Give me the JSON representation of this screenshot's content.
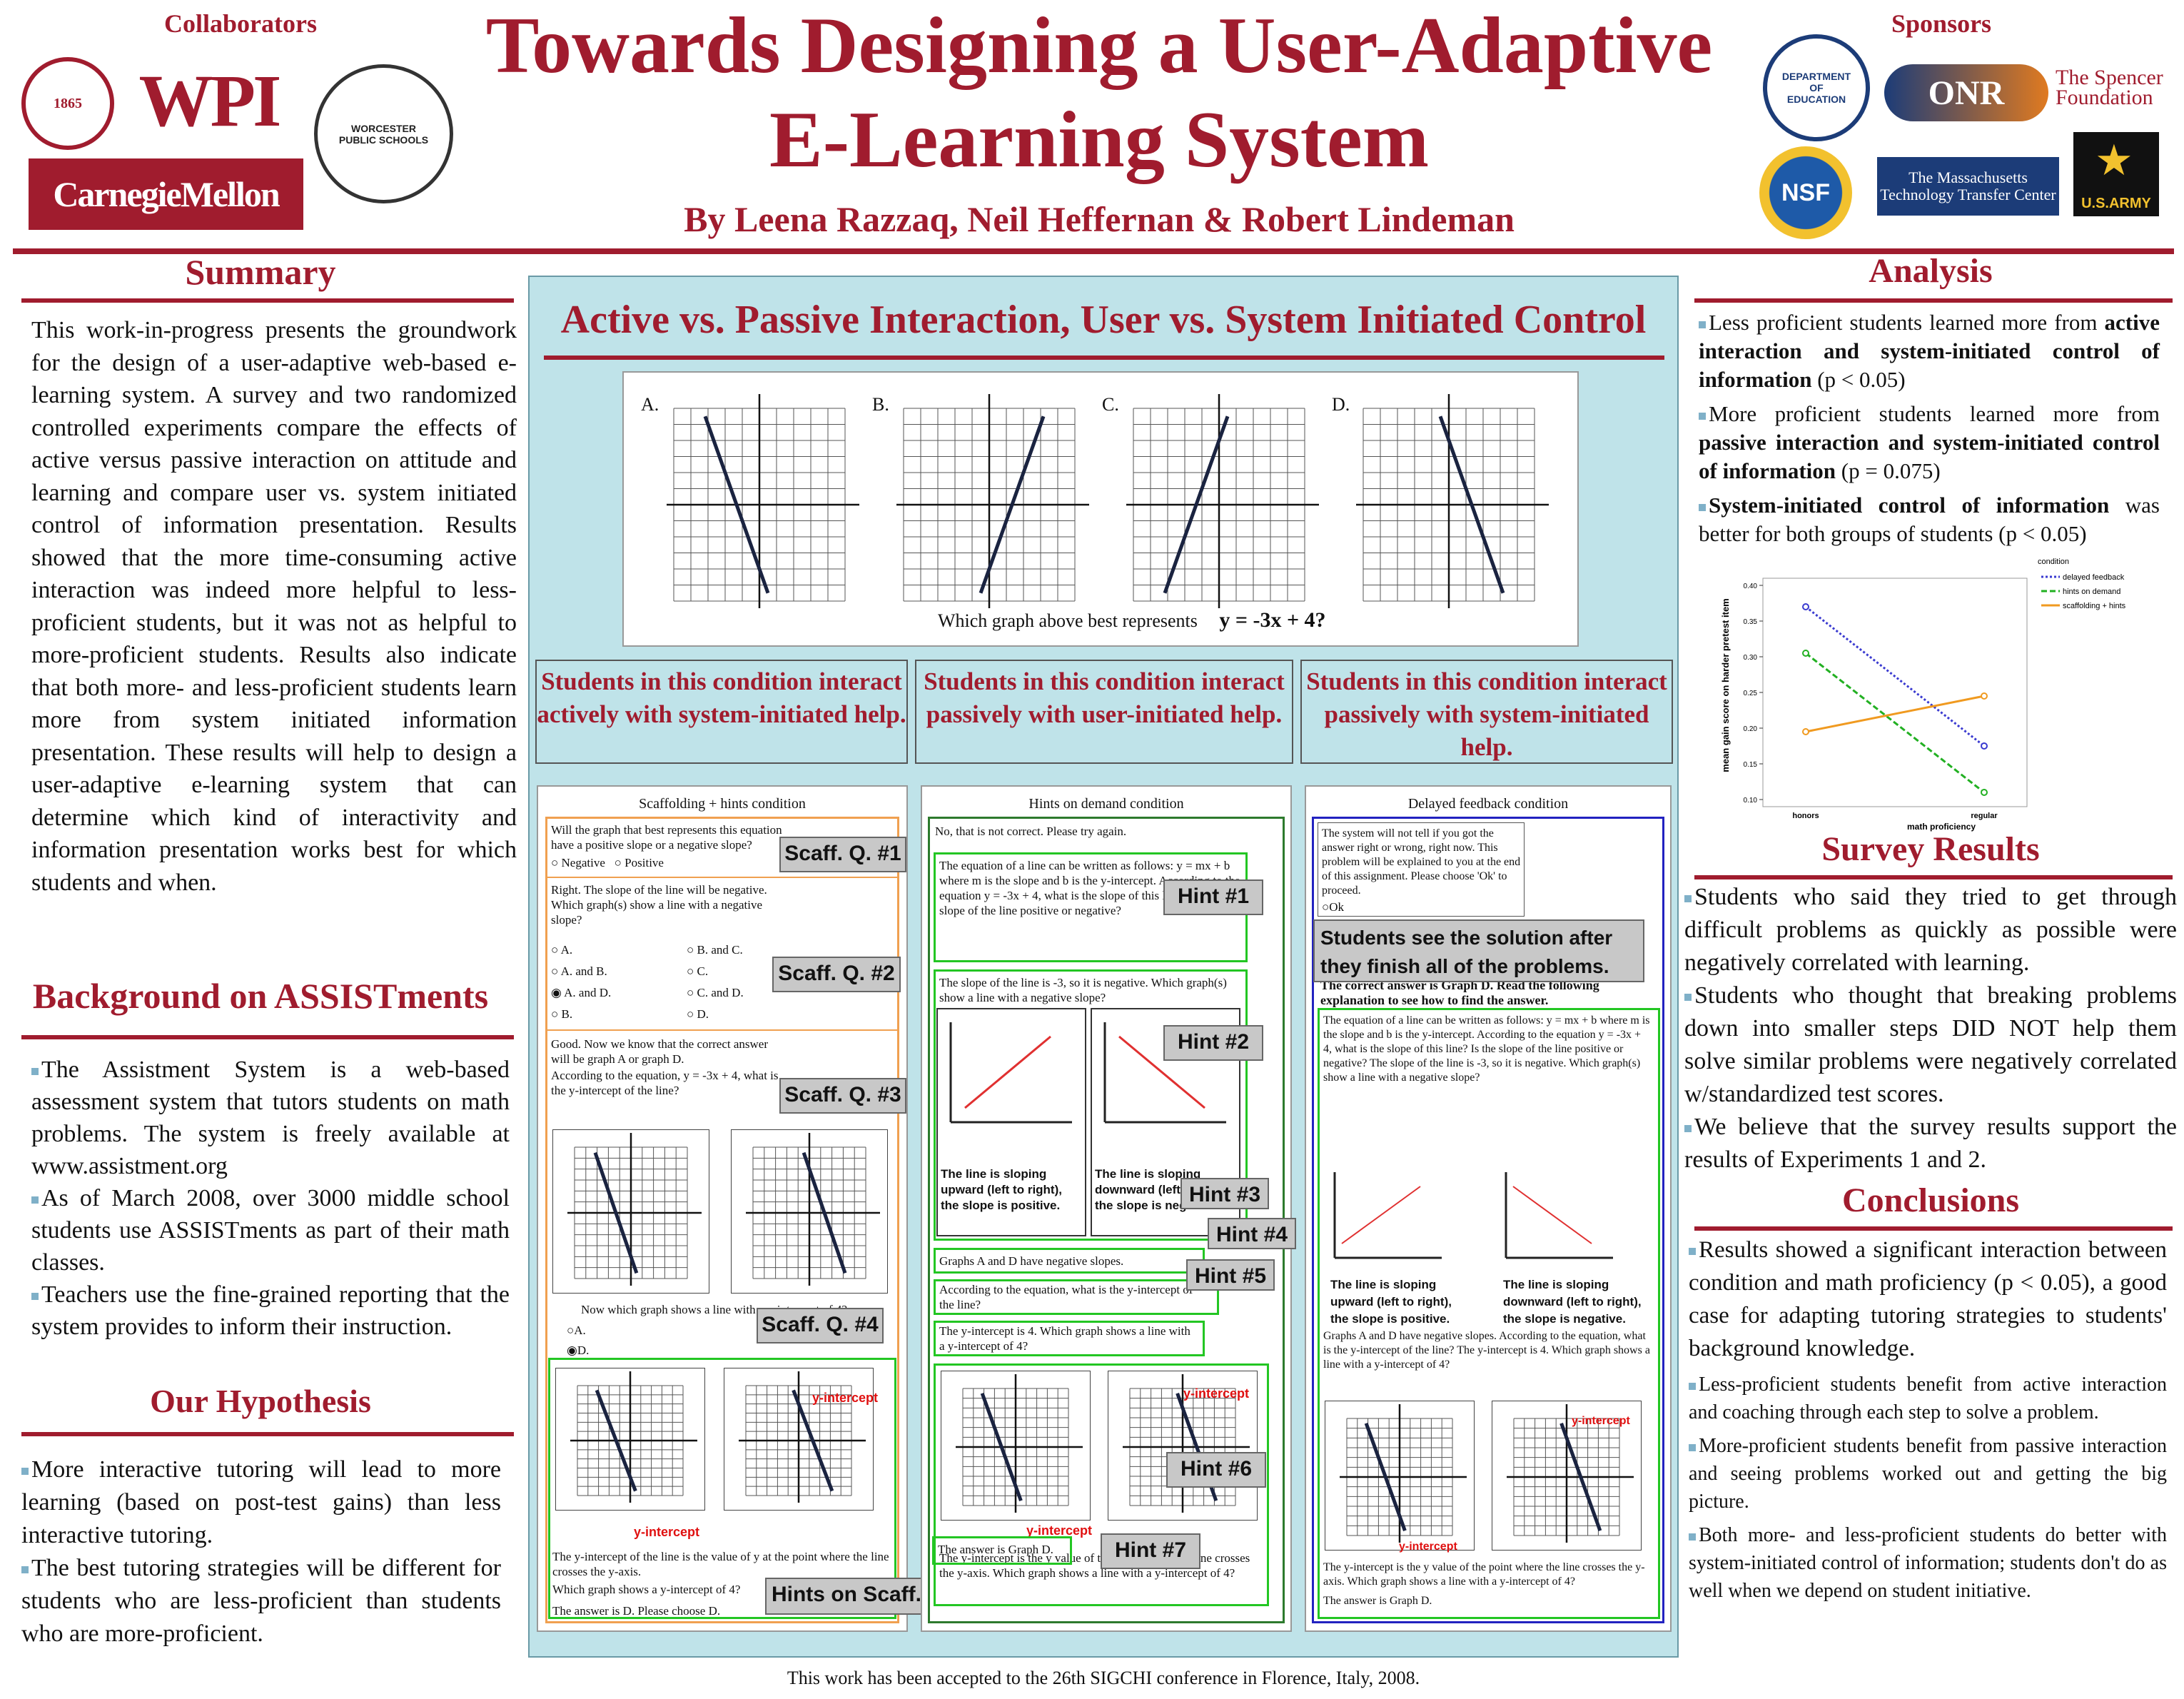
{
  "header": {
    "collaborators": "Collaborators",
    "sponsors": "Sponsors",
    "title_line1": "Towards Designing a User-Adaptive",
    "title_line2": "E-Learning System",
    "authors": "By Leena Razzaq, Neil Heffernan & Robert Lindeman"
  },
  "logos": {
    "wpi": "WPI",
    "cmu": "CarnegieMellon",
    "wps": "WORCESTER PUBLIC SCHOOLS",
    "doe": "DEPARTMENT OF EDUCATION",
    "onr": "ONR",
    "spencer": "The Spencer Foundation",
    "nsf": "NSF",
    "mttc": "The Massachusetts Technology Transfer Center",
    "army": "U.S.ARMY"
  },
  "summary": {
    "heading": "Summary",
    "text": "This work-in-progress presents the groundwork for the design of a user-adaptive web-based e-learning system. A survey and two randomized controlled experiments compare the effects of active versus passive interaction on attitude and learning and compare user vs. system initiated control of information presentation. Results showed that the more time-consuming active interaction was indeed more helpful to less-proficient students, but it was not as helpful to more-proficient students. Results also indicate that both more- and less-proficient students learn more from system initiated information presentation. These results will help to design a user-adaptive e-learning system that can determine which kind of interactivity and information presentation works best for which students and when."
  },
  "background": {
    "heading": "Background on ASSISTments",
    "items": [
      "The Assistment System is a web-based assessment system that tutors students on math problems. The system is freely available at www.assistment.org",
      "As of March 2008, over 3000 middle school students use ASSISTments as part of their math classes.",
      "Teachers use the fine-grained reporting that the system provides to inform their instruction."
    ]
  },
  "hypothesis": {
    "heading": "Our Hypothesis",
    "items": [
      "More interactive tutoring will lead to more learning (based on post-test gains) than less interactive tutoring.",
      "The best tutoring strategies will be different for students who are less-proficient than students who are more-proficient."
    ]
  },
  "center": {
    "heading": "Active vs. Passive Interaction, User vs. System Initiated Control",
    "graph_letters": [
      "A.",
      "B.",
      "C.",
      "D."
    ],
    "question": "Which graph above best represents",
    "equation": "y = -3x + 4?",
    "conditions": [
      "Students in this condition interact actively with system-initiated help.",
      "Students in this condition interact passively with user-initiated help.",
      "Students in this condition interact passively with system-initiated help."
    ],
    "footer": "This work has been accepted to the 26th SIGCHI conference in Florence, Italy, 2008."
  },
  "panel1": {
    "title": "Scaffolding + hints condition",
    "q1": "Will the graph that best represents this equation have a positive slope or a negative slope?",
    "neg": "Negative",
    "pos": "Positive",
    "q2": "Right. The slope of the line will be negative. Which graph(s) show a line with a negative slope?",
    "opts": [
      "A.",
      "B. and C.",
      "A. and B.",
      "C.",
      "A. and D.",
      "C. and D.",
      "B.",
      "D."
    ],
    "q3a": "Good. Now we know that the correct answer will be graph A or graph D.",
    "q3b": "According to the equation, y = -3x + 4, what is the y-intercept of the line?",
    "q4": "Now which graph shows a line with a y-intercept of 4?",
    "q4a": "A.",
    "q4d": "D.",
    "yint": "y-intercept",
    "foot1": "The y-intercept of the line is the value of y at the point where the line crosses the y-axis.",
    "foot2": "Which graph shows a y-intercept of 4?",
    "foot3": "The answer is D. Please choose D.",
    "labels": [
      "Scaff. Q. #1",
      "Scaff. Q. #2",
      "Scaff. Q. #3",
      "Scaff. Q. #4",
      "Hints on Scaff. Q."
    ]
  },
  "panel2": {
    "title": "Hints on demand condition",
    "t0": "No, that is not correct. Please try again.",
    "h1": "The equation of a line can be written as follows: y = mx + b where m is the slope and b is the y-intercept. According to the equation y = -3x + 4, what is the slope of this line? Is the slope of the line positive or negative?",
    "h2": "The slope of the line is -3, so it is negative. Which graph(s) show a line with a negative slope?",
    "up": "The line is sloping upward (left to right), the slope is positive.",
    "down": "The line is sloping downward (left to right), the slope is negative.",
    "h3": "Graphs A and D have negative slopes.",
    "h4": "According to the equation, what is the y-intercept of the line?",
    "h5": "The y-intercept is 4. Which graph shows a line with a y-intercept of 4?",
    "h6": "The y-intercept is the y value of the point where the line crosses the y-axis. Which graph shows a line with a y-intercept of 4?",
    "h7": "The answer is Graph D.",
    "yint": "y-intercept",
    "labels": [
      "Hint #1",
      "Hint #2",
      "Hint #3",
      "Hint #4",
      "Hint #5",
      "Hint #6",
      "Hint #7"
    ]
  },
  "panel3": {
    "title": "Delayed feedback condition",
    "t1": "The system will not tell if you got the answer right or wrong, right now. This problem will be explained to you at the end of this assignment. Please choose 'Ok' to proceed.",
    "ok": "Ok",
    "note": "Students see the solution after they finish all of the problems.",
    "t2": "The correct answer is Graph D. Read the following explanation to see how to find the answer.",
    "t3": "The equation of a line can be written as follows: y = mx + b where m is the slope and b is the y-intercept. According to the equation y = -3x + 4, what is the slope of this line? Is the slope of the line positive or negative? The slope of the line is -3, so it is negative. Which graph(s) show a line with a negative slope?",
    "up": "The line is sloping upward (left to right), the slope is positive.",
    "down": "The line is sloping downward (left to right), the slope is negative.",
    "t4": "Graphs A and D have negative slopes. According to the equation, what is the y-intercept of the line? The y-intercept is 4. Which graph shows a line with a y-intercept of 4?",
    "yint": "y-intercept",
    "t5": "The y-intercept is the y value of the point where the line crosses the y-axis. Which graph shows a line with a y-intercept of 4?",
    "t6": "The answer is Graph D."
  },
  "analysis": {
    "heading": "Analysis",
    "items": [
      {
        "pre": "Less proficient students learned more from ",
        "b": "active interaction and system-initiated control of information",
        "post": " (p < 0.05)"
      },
      {
        "pre": "More proficient students learned more from ",
        "b": "passive interaction and system-initiated control of information",
        "post": " (p = 0.075)"
      },
      {
        "pre": "",
        "b": "System-initiated control of information",
        "post": " was better for both groups of students (p < 0.05)"
      }
    ]
  },
  "survey": {
    "heading": "Survey Results",
    "items": [
      "Students who said they tried to get through difficult problems as quickly as possible were negatively correlated with learning.",
      "Students who thought that breaking problems down into smaller steps DID NOT help them solve similar problems were negatively correlated w/standardized test scores.",
      "We believe that the survey results support the results of Experiments 1 and 2."
    ]
  },
  "conclusions": {
    "heading": "Conclusions",
    "items": [
      "Results showed a significant interaction between condition and math proficiency (p < 0.05), a good case for adapting tutoring strategies to students' background knowledge.",
      "Less-proficient students benefit from active interaction and coaching through each step to solve a problem.",
      "More-proficient students benefit from passive interaction and seeing problems worked out and getting the big picture.",
      "Both more- and less-proficient students do better with system-initiated control of information; students don't do as well when we depend on student initiative."
    ]
  },
  "chart_data": {
    "type": "line",
    "categories": [
      "honors",
      "regular"
    ],
    "xlabel": "math proficiency",
    "ylabel": "mean gain score on harder pretest item",
    "ylim": [
      0.1,
      0.4
    ],
    "yticks": [
      "0.40",
      "0.35",
      "0.30",
      "0.25",
      "0.20",
      "0.15",
      "0.10"
    ],
    "legend_title": "condition",
    "series": [
      {
        "name": "delayed feedback",
        "values": [
          0.37,
          0.175
        ],
        "color": "#3a3ad0"
      },
      {
        "name": "hints on demand",
        "values": [
          0.305,
          0.11
        ],
        "color": "#22b022"
      },
      {
        "name": "scaffolding + hints",
        "values": [
          0.195,
          0.245
        ],
        "color": "#f09a20"
      }
    ]
  }
}
